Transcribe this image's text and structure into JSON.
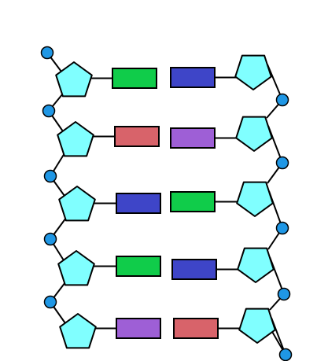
{
  "diagram": {
    "type": "dna-double-helix-ladder",
    "colors": {
      "background": "#ffffff",
      "outline": "#000000",
      "sugar": "#80ffff",
      "phosphate": "#1f97e5",
      "green_base": "#10cc4a",
      "blue_base": "#3e45c8",
      "red_base": "#d8636a",
      "purple_base": "#9e5fd6"
    },
    "rungs": [
      {
        "left_base": "green_base",
        "right_base": "blue_base"
      },
      {
        "left_base": "red_base",
        "right_base": "purple_base"
      },
      {
        "left_base": "blue_base",
        "right_base": "green_base"
      },
      {
        "left_base": "green_base",
        "right_base": "blue_base"
      },
      {
        "left_base": "purple_base",
        "right_base": "red_base"
      }
    ]
  }
}
